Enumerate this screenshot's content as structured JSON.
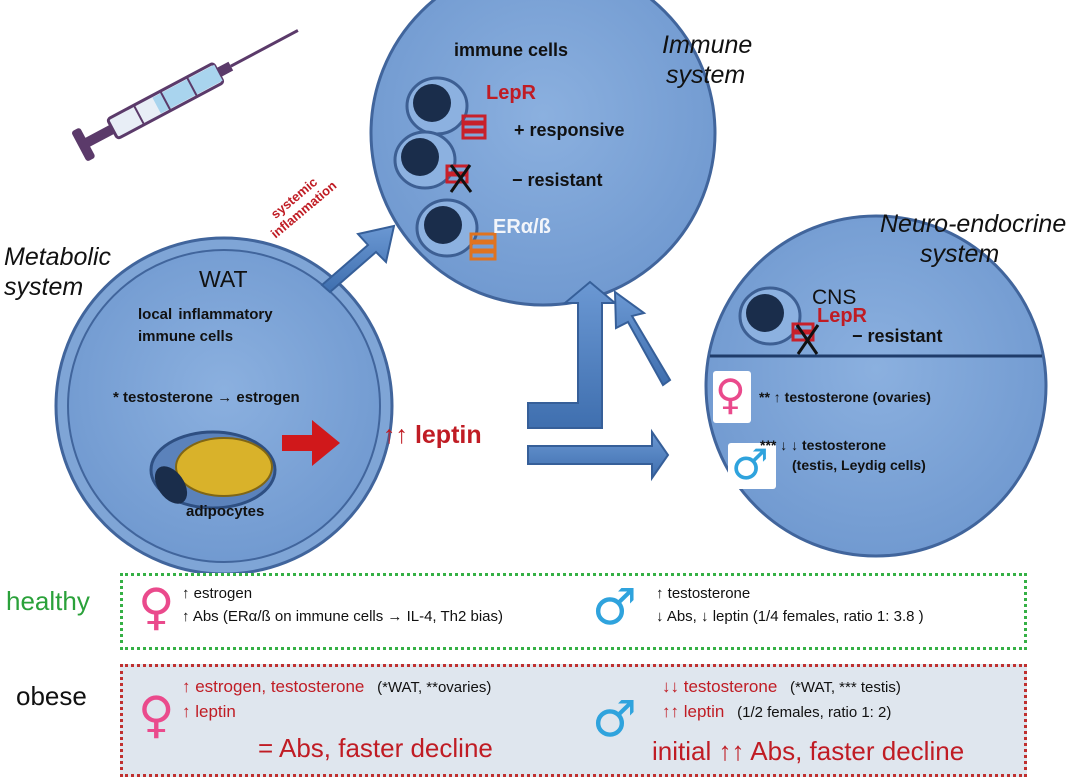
{
  "systems": {
    "immune": [
      "Immune",
      "system"
    ],
    "metabolic": [
      "Metabolic",
      "system"
    ],
    "neuro": [
      "Neuro-endocrine",
      "system"
    ]
  },
  "immune_circle": {
    "title": "immune cells",
    "lepr": "LepR",
    "responsive": "+ responsive",
    "resistant": "− resistant",
    "era": "ERα/ß"
  },
  "wat_circle": {
    "title": "WAT",
    "line1": "local  inflammatory",
    "line2": "immune cells",
    "line3": "* testosterone  → estrogen",
    "adipocytes": "adipocytes"
  },
  "systemic_inflammation": [
    "systemic",
    "inflammation"
  ],
  "leptin_center": "↑↑ leptin",
  "cns_circle": {
    "title": "CNS",
    "lepr": "LepR",
    "resistant": "− resistant",
    "female_line": "** ↑ testosterone (ovaries)",
    "male_line1": "*** ↓ ↓ testosterone",
    "male_line2": "(testis, Leydig cells)"
  },
  "healthy": {
    "label": "healthy",
    "female_line1": "↑ estrogen",
    "female_line2": "↑ Abs (ERα/ß on immune cells → IL-4, Th2 bias)",
    "male_line1": "↑ testosterone",
    "male_line2": "↓ Abs, ↓ leptin (1/4 females,  ratio 1: 3.8 )"
  },
  "obese": {
    "label": "obese",
    "female_line1_red": "↑ estrogen, testosterone",
    "female_line1_note": "(*WAT, **ovaries)",
    "female_line2": "↑ leptin",
    "female_summary": "= Abs, faster decline",
    "male_line1_red": "↓↓ testosterone",
    "male_line1_note": "(*WAT, *** testis)",
    "male_line2_red": "↑↑ leptin",
    "male_line2_note": "(1/2  females, ratio 1: 2)",
    "male_summary": "initial ↑↑ Abs, faster decline"
  },
  "symbols": {
    "female": "♀",
    "male": "♂"
  },
  "colors": {
    "circle_fill": "#7fa5d6",
    "circle_stroke": "#41659c",
    "arrow_blue": "#4f7fc0",
    "arrow_red": "#d0181b",
    "text_red": "#c01c24",
    "female_pink": "#ea4a8c",
    "male_blue": "#2fa3dd",
    "healthy_green": "#2aa13a",
    "box_green": "#35b045",
    "box_red": "#c0302f",
    "adipocyte_yellow": "#d9b22a",
    "nucleus_dark": "#1a2d4b",
    "receptor_red": "#c8202a",
    "receptor_orange": "#e0731f",
    "syringe_purple": "#5b3a6a",
    "syringe_liquid": "#a9d4ee"
  }
}
